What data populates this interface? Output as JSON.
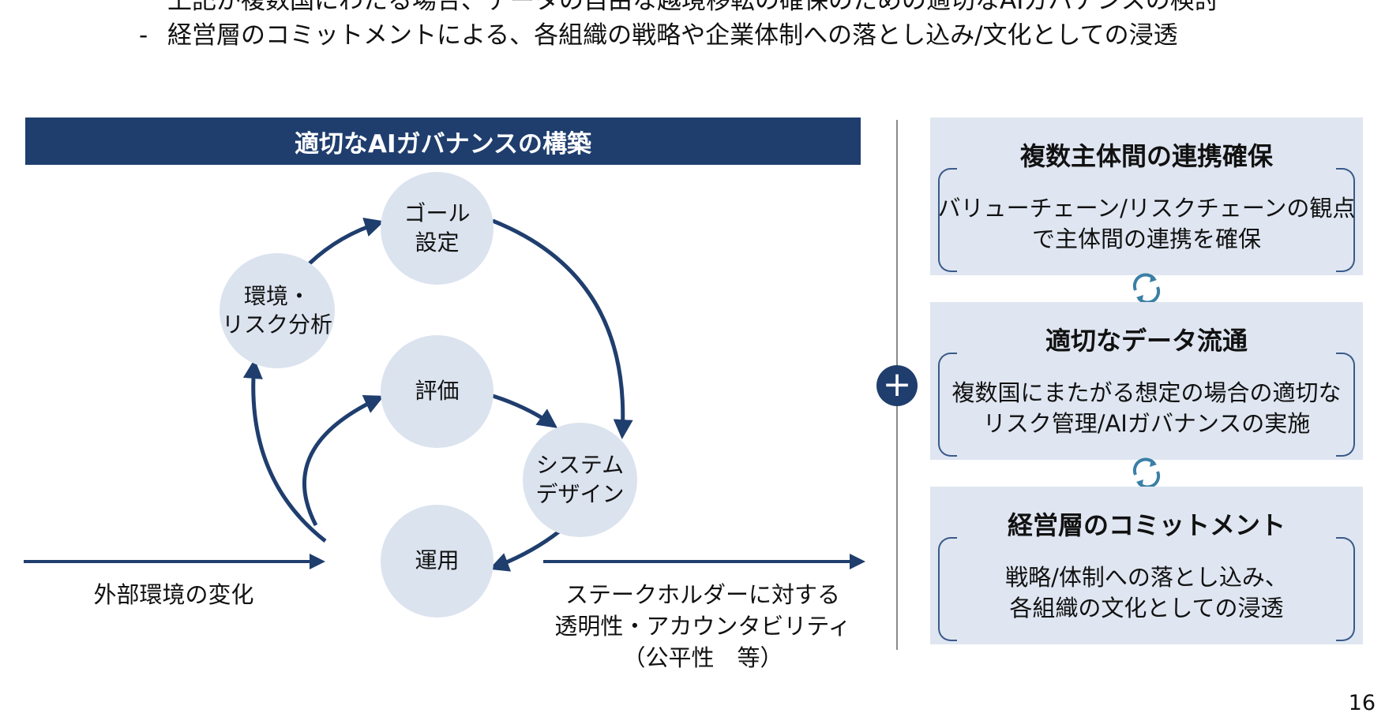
{
  "bullets": [
    {
      "text": "上記が複数国にわたる場合、データの自由な越境移転の確保のための適切なAIガバナンスの検討"
    },
    {
      "dash": "-",
      "text": "経営層のコミットメントによる、各組織の戦略や企業体制への落とし込み/文化としての浸透"
    }
  ],
  "cycle": {
    "title": "適切なAIガバナンスの構築",
    "nodes": {
      "goal": "ゴール\n設定",
      "env": "環境・\nリスク分析",
      "eval": "評価",
      "system": "システム\nデザイン",
      "ops": "運用"
    },
    "external_label": "外部環境の変化",
    "stakeholder_label": "ステークホルダーに対する\n透明性・アカウンタビリティ\n（公平性　等）"
  },
  "panels": [
    {
      "title": "複数主体間の連携確保",
      "body": "バリューチェーン/リスクチェーンの観点\nで主体間の連携を確保"
    },
    {
      "title": "適切なデータ流通",
      "body": "複数国にまたがる想定の場合の適切な\nリスク管理/AIガバナンスの実施"
    },
    {
      "title": "経営層のコミットメント",
      "body": "戦略/体制への落とし込み、\n各組織の文化としての浸透"
    }
  ],
  "plus_symbol": "+",
  "page_number": "16",
  "colors": {
    "navy": "#1f3e6e",
    "node_fill": "#dbe3ef",
    "panel_fill": "#dfe6f1",
    "arrow": "#1f3e6e",
    "cycle_icon": "#3a7fa6"
  }
}
